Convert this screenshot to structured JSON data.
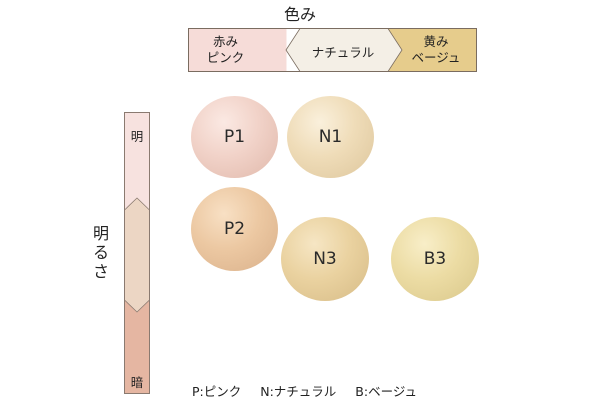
{
  "hue": {
    "title": "色み",
    "left_label": [
      "赤み",
      "ピンク"
    ],
    "center_label": "ナチュラル",
    "right_label": [
      "黄み",
      "ベージュ"
    ],
    "colors": {
      "left": "#f6dcd8",
      "center": "#f4efe6",
      "right": "#e6cc8c",
      "border": "#7a6c60"
    }
  },
  "brightness": {
    "title": [
      "明",
      "る",
      "さ"
    ],
    "top_label": "明",
    "bottom_label": "暗",
    "colors": {
      "top": "#f7e2df",
      "middle": "#ecd6c4",
      "bottom": "#e5b6a2",
      "border": "#8a7a70"
    }
  },
  "swatches": [
    {
      "id": "P1",
      "label": "P1"
    },
    {
      "id": "N1",
      "label": "N1"
    },
    {
      "id": "P2",
      "label": "P2"
    },
    {
      "id": "N3",
      "label": "N3"
    },
    {
      "id": "B3",
      "label": "B3"
    }
  ],
  "legend": [
    "P:ピンク",
    "N:ナチュラル",
    "B:ベージュ"
  ]
}
